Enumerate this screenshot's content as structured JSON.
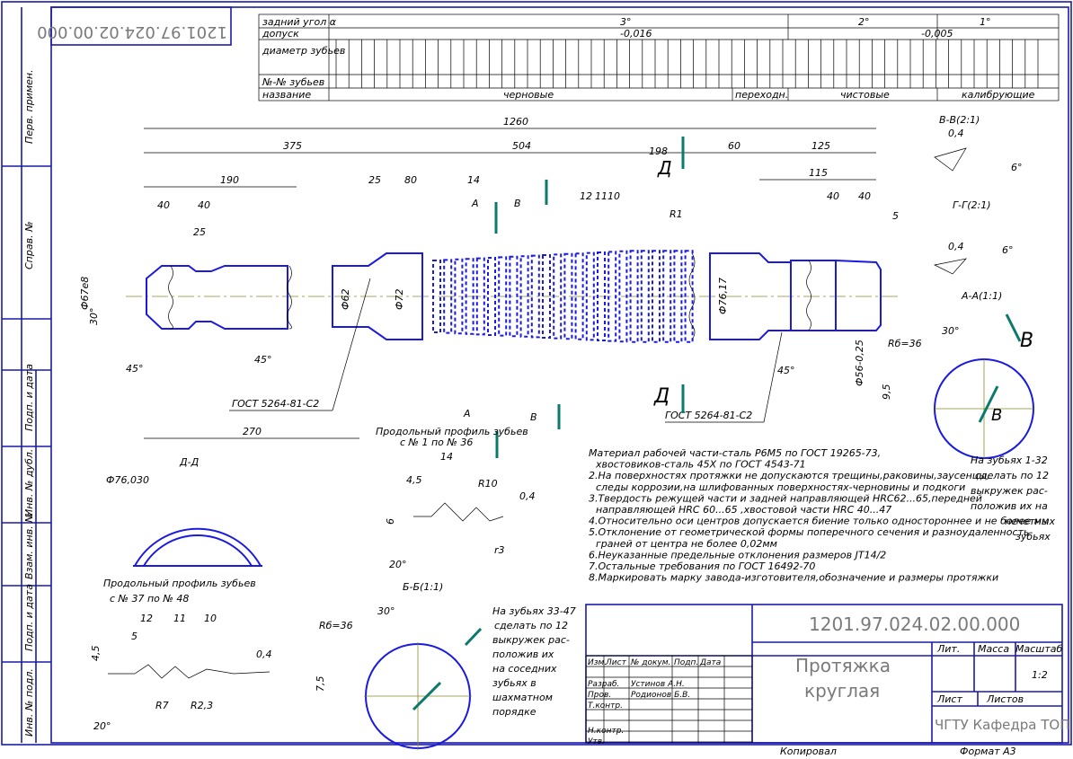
{
  "drawing": {
    "designation": "1201.97.024.02.00.000",
    "title_line1": "Протяжка",
    "title_line2": "круглая",
    "organization": "ЧГТУ Кафедра ТОП и РП",
    "scale": "1:2",
    "copied": "Копировал",
    "format": "Формат   А3"
  },
  "side_stamps": [
    "Перв. примен.",
    "Справ. №",
    "Подп. и дата",
    "Инв. № дубл.",
    "Взам. инв. №",
    "Подп. и дата",
    "Инв. № подл."
  ],
  "title_block": {
    "row_labels": [
      "Изм.",
      "Лист",
      "№ докум.",
      "Подп.",
      "Дата"
    ],
    "roles": [
      "Разраб.",
      "Пров.",
      "Т.контр.",
      "Н.контр.",
      "Утв."
    ],
    "names": [
      "Устинов А.Н.",
      "Родионов Б.В."
    ],
    "lit": "Лит.",
    "mass": "Масса",
    "masshtab": "Масштаб",
    "list": "Лист",
    "listov": "Листов"
  },
  "teeth_table": {
    "row_labels": [
      "задний угол α",
      "допуск",
      "диаметр зубьев",
      "№-№ зубьев",
      "название"
    ],
    "angles": [
      "3°",
      "2°",
      "1°"
    ],
    "tolerances": [
      "-0,016",
      "-0,005"
    ],
    "groups": [
      "черновые",
      "переходн.",
      "чистовые",
      "калибрующие"
    ]
  },
  "dimensions": {
    "overall": "1260",
    "d375": "375",
    "d504": "504",
    "d198": "198",
    "d60": "60",
    "d125": "125",
    "d190": "190",
    "d25": "25",
    "d80": "80",
    "d14": "14",
    "d115": "115",
    "d40a": "40",
    "d40b": "40",
    "d25b": "25",
    "d40c": "40",
    "d40d": "40",
    "d5": "5",
    "d12": "12",
    "d11": "11",
    "d10": "10",
    "r1": "R1",
    "d270": "270",
    "phi67": "Ф67е8",
    "phi62": "Ф62",
    "phi72": "Ф72",
    "phi76": "Ф76,17",
    "phi56": "Ф56-0,25",
    "a30": "30°",
    "a45a": "45°",
    "a45b": "45°",
    "a45c": "45°",
    "gost1": "ГОСТ 5264-81-С2",
    "gost2": "ГОСТ 5264-81-С2",
    "sect_a": "А",
    "sect_b": "В",
    "sect_d": "Д",
    "sect_dd": "Д-Д",
    "sect_gg": "Г-Г(2:1)",
    "sect_bb": "В-В(2:1)",
    "sect_aa": "А-А(1:1)",
    "sect_bb2": "Б-Б(1:1)"
  },
  "details": {
    "profile1_title": "Продольный профиль зубьев",
    "profile1_range": "с № 1 по № 36",
    "profile2_title": "Продольный профиль зубьев",
    "profile2_range": "с № 37 по № 48",
    "phi_dd": "Ф76,030",
    "r10": "R10",
    "r3": "r3",
    "dim45": "4,5",
    "dim6": "6",
    "dim14": "14",
    "a20": "20°",
    "dim04": "0,4",
    "r7": "R7",
    "r23": "R2,3",
    "d12b": "12",
    "d11b": "11",
    "d10b": "10",
    "d5b": "5",
    "d45b": "4,5",
    "rb36a": "Rб=36",
    "rb36b": "Rб=36",
    "d95": "9,5",
    "d75": "7,5",
    "a30b": "30°",
    "a30c": "30°",
    "a6": "6°",
    "note_v1": "На зубьях 1-32",
    "note_v2": "сделать по 12",
    "note_v3": "выкружек рас-",
    "note_v4": "положив их на",
    "note_v5": "нечетных",
    "note_v6": "зубьях",
    "note_g1": "На зубьях 33-47",
    "note_g2": "сделать по 12",
    "note_g3": "выкружек рас-",
    "note_g4": "положив их",
    "note_g5": "на соседних",
    "note_g6": "зубьях в",
    "note_g7": "шахматном",
    "note_g8": "порядке"
  },
  "notes": [
    "Материал рабочей части-сталь Р6М5 по ГОСТ 19265-73,",
    "хвостовиков-сталь 45Х по ГОСТ 4543-71",
    "2.На поверхностях протяжки не допускаются трещины,раковины,заусенцы,",
    "следы коррозии,на шлифованных поверхностях-черновины и подкоги",
    "3.Твердость режущей части и задней направляющей HRC62...65,передней",
    "направляющей HRC 60...65 ,хвостовой части HRC 40...47",
    "4.Относительно оси центров допускается биение только одностороннее и не более мм",
    "5.Отклонение от геометрической формы поперечного сечения и разноудаленность",
    "граней от центра не более 0,02мм",
    "6.Неуказанные предельные отклонения размеров JT14/2",
    "7.Остальные требования по ГОСТ 16492-70",
    "8.Маркировать марку завода-изготовителя,обозначение и размеры протяжки"
  ]
}
